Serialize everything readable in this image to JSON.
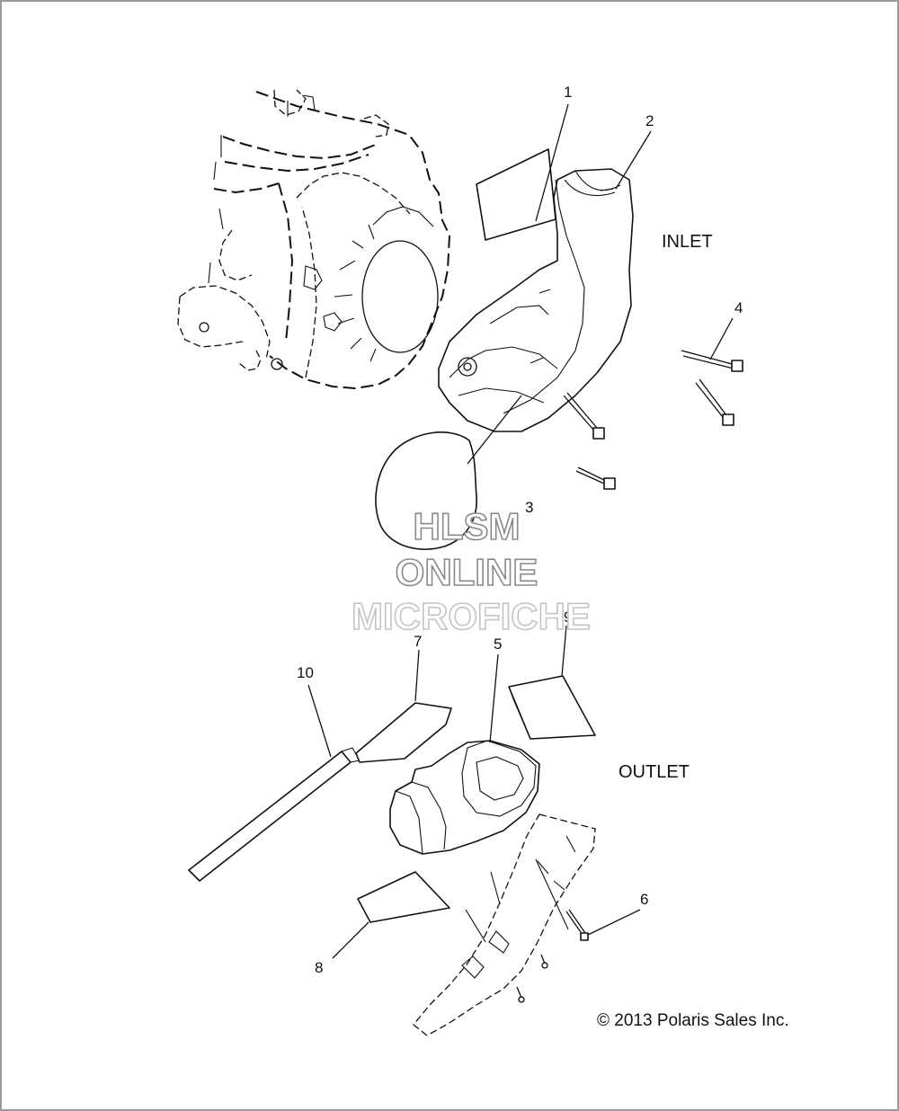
{
  "callouts": {
    "c1": "1",
    "c2": "2",
    "c3": "3",
    "c4": "4",
    "c5": "5",
    "c6": "6",
    "c7": "7",
    "c8": "8",
    "c9": "9",
    "c10": "10"
  },
  "sections": {
    "inlet": "INLET",
    "outlet": "OUTLET"
  },
  "watermark": {
    "line1": "HLSM",
    "line2": "ONLINE",
    "line3": "MICROFICHE"
  },
  "copyright": "© 2013 Polaris Sales Inc.",
  "colors": {
    "line": "#111111",
    "border": "#9a9a9a",
    "watermark_outline": "#8a8a8a",
    "background": "#ffffff"
  }
}
